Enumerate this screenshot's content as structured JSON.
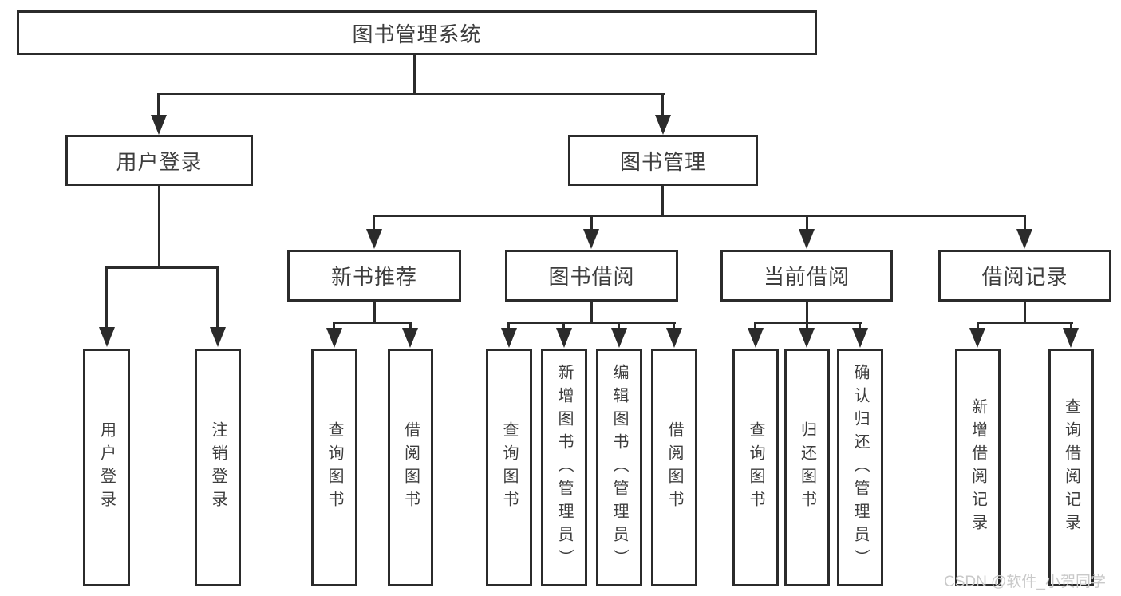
{
  "colors": {
    "line": "#2b2b2b",
    "text": "#3d3d3d",
    "watermark": "#c9c9c9",
    "background": "#ffffff"
  },
  "watermark": "CSDN @软件_小贺同学",
  "tree": {
    "label": "图书管理系统",
    "children": [
      {
        "label": "用户登录",
        "children": [
          {
            "label": "用户登录"
          },
          {
            "label": "注销登录"
          }
        ]
      },
      {
        "label": "图书管理",
        "children": [
          {
            "label": "新书推荐",
            "children": [
              {
                "label": "查询图书"
              },
              {
                "label": "借阅图书"
              }
            ]
          },
          {
            "label": "图书借阅",
            "children": [
              {
                "label": "查询图书"
              },
              {
                "label": "新增图书（管理员）"
              },
              {
                "label": "编辑图书（管理员）"
              },
              {
                "label": "借阅图书"
              }
            ]
          },
          {
            "label": "当前借阅",
            "children": [
              {
                "label": "查询图书"
              },
              {
                "label": "归还图书"
              },
              {
                "label": "确认归还（管理员）"
              }
            ]
          },
          {
            "label": "借阅记录",
            "children": [
              {
                "label": "新增借阅记录"
              },
              {
                "label": "查询借阅记录"
              }
            ]
          }
        ]
      }
    ]
  }
}
